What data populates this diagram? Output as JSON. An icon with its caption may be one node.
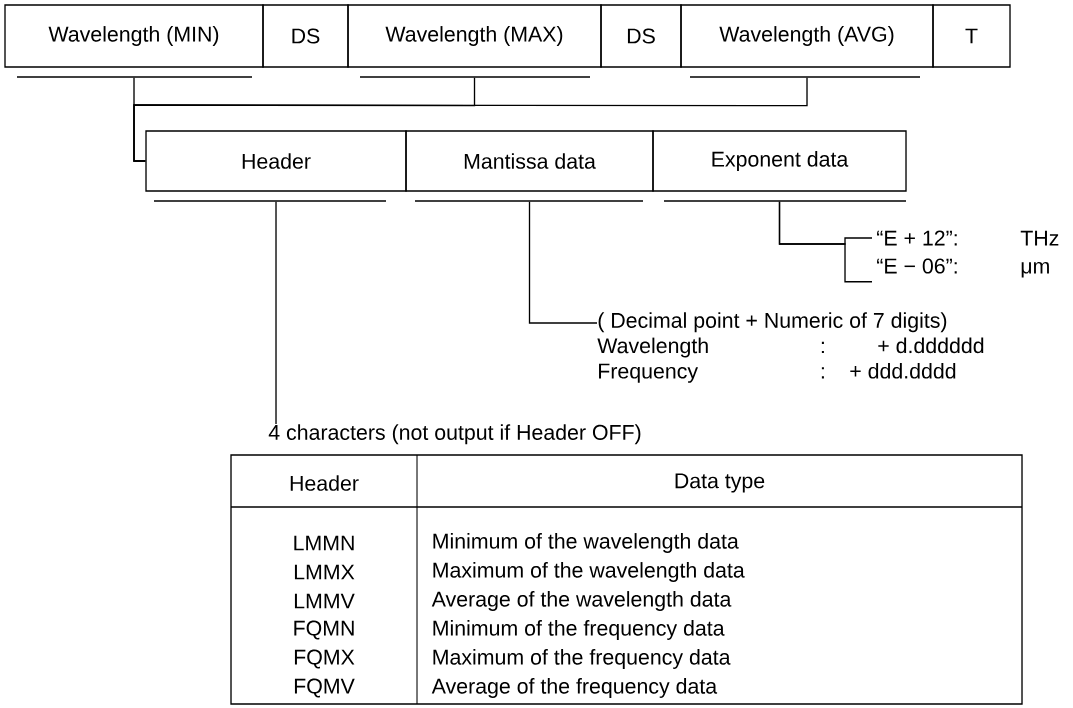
{
  "diagram": {
    "nodes": [
      {
        "text": [
          "Wavelength (MIN)"
        ]
      },
      {
        "text": [
          "DS"
        ]
      },
      {
        "text": [
          "Wavelength (MAX)"
        ]
      },
      {
        "text": [
          "DS"
        ]
      },
      {
        "text": [
          "Wavelength (AVG)"
        ]
      },
      {
        "text": [
          "T"
        ]
      },
      {
        "text": [
          "Header"
        ]
      },
      {
        "text": [
          "Mantissa data"
        ]
      },
      {
        "text": [
          "Exponent data"
        ]
      },
      {
        "text": [
          "“E + 12”:",
          "THz"
        ]
      },
      {
        "text": [
          "“E − 06”:",
          "μm"
        ]
      },
      {
        "text": [
          "( Decimal point + Numeric of 7 digits)",
          "Wavelength",
          ":",
          "+ d.dddddd",
          "Frequency",
          ":",
          "+ ddd.dddd"
        ]
      },
      {
        "text": [
          "4 characters (not output if Header OFF)"
        ]
      }
    ],
    "edges": [
      {
        "from": 0,
        "to": 6,
        "arrow": "none"
      },
      {
        "from": 2,
        "to": 6,
        "arrow": "none"
      },
      {
        "from": 4,
        "to": 6,
        "arrow": "none"
      },
      {
        "from": 6,
        "to": 12,
        "arrow": "none"
      },
      {
        "from": 7,
        "to": 11,
        "arrow": "none"
      },
      {
        "from": 8,
        "to": 9,
        "arrow": "none"
      },
      {
        "from": 8,
        "to": 10,
        "arrow": "none"
      }
    ],
    "labels": [
      "Header",
      "Data type",
      "LMMN",
      "Minimum of the wavelength data",
      "LMMX",
      "Maximum of the wavelength data",
      "LMMV",
      "Average of the wavelength data",
      "FQMN",
      "Minimum of the frequency data",
      "FQMX",
      "Maximum of the frequency data",
      "FQMV",
      "Average of the frequency data"
    ]
  }
}
